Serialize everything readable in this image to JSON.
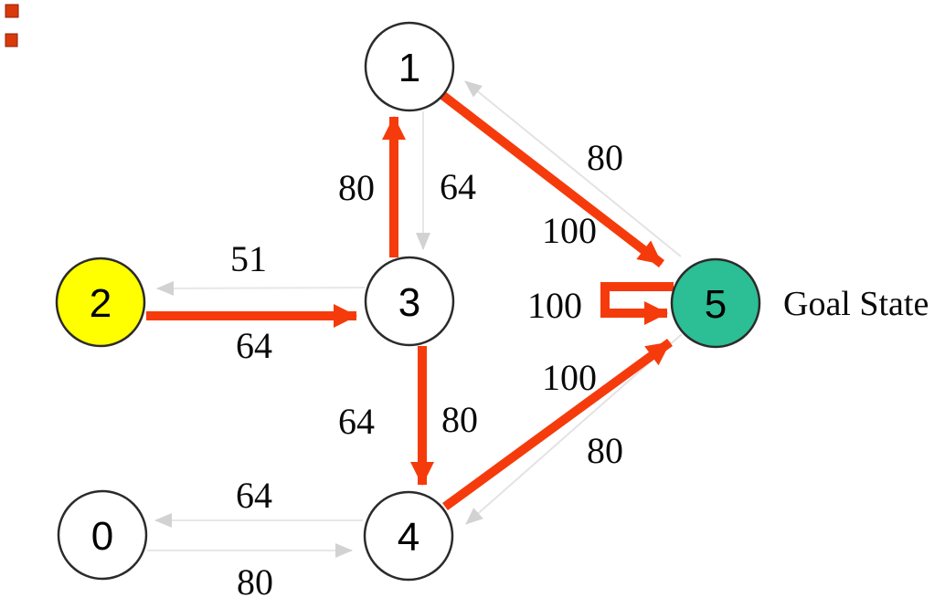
{
  "diagram": {
    "type": "state-graph",
    "goal_annotation": "Goal State",
    "colors": {
      "optimal_edge": "#F53B0C",
      "default_edge_line": "#E7E7E7",
      "default_edge_head": "#D2D2D2",
      "goal_node_fill": "#2CBE95",
      "start_node_fill": "#FFFF00",
      "normal_node_fill": "#FFFFFF",
      "node_border": "#2B2B2B",
      "label_text": "#0A0A0A",
      "corner_bullet": "#D83A0A"
    },
    "nodes": [
      {
        "id": "0",
        "label": "0",
        "type": "normal"
      },
      {
        "id": "1",
        "label": "1",
        "type": "normal"
      },
      {
        "id": "2",
        "label": "2",
        "type": "start"
      },
      {
        "id": "3",
        "label": "3",
        "type": "normal"
      },
      {
        "id": "4",
        "label": "4",
        "type": "normal"
      },
      {
        "id": "5",
        "label": "5",
        "type": "goal",
        "annotation": "Goal State"
      }
    ],
    "edges": [
      {
        "from": "2",
        "to": "3",
        "weight": "64",
        "style": "highlighted"
      },
      {
        "from": "3",
        "to": "2",
        "weight": "51",
        "style": "default"
      },
      {
        "from": "3",
        "to": "1",
        "weight": "80",
        "style": "highlighted"
      },
      {
        "from": "1",
        "to": "3",
        "weight": "64",
        "style": "default"
      },
      {
        "from": "1",
        "to": "5",
        "weight": "100",
        "style": "highlighted"
      },
      {
        "from": "5",
        "to": "1",
        "weight": "80",
        "style": "default"
      },
      {
        "from": "5",
        "to": "5",
        "weight": "100",
        "style": "highlighted"
      },
      {
        "from": "3",
        "to": "4",
        "weight": "80",
        "style": "highlighted"
      },
      {
        "from": "4",
        "to": "3",
        "weight": "64",
        "style": "default"
      },
      {
        "from": "4",
        "to": "5",
        "weight": "100",
        "style": "highlighted"
      },
      {
        "from": "5",
        "to": "4",
        "weight": "80",
        "style": "default"
      },
      {
        "from": "0",
        "to": "4",
        "weight": "80",
        "style": "default"
      },
      {
        "from": "4",
        "to": "0",
        "weight": "64",
        "style": "default"
      }
    ]
  }
}
